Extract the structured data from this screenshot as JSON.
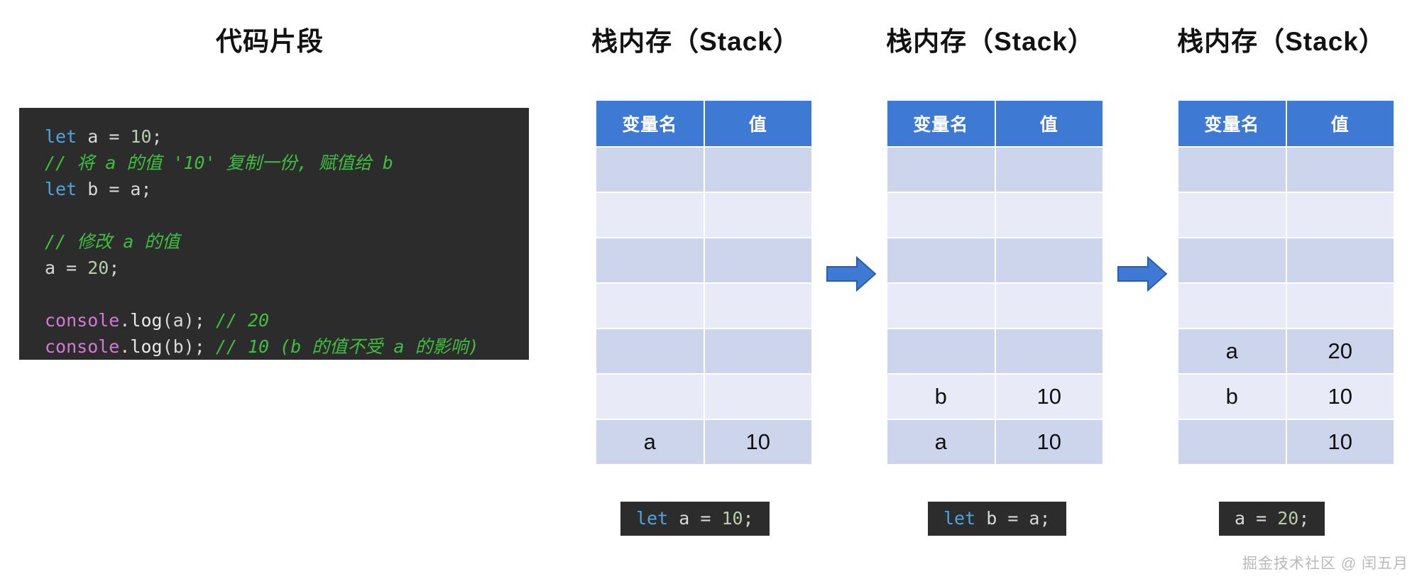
{
  "sections": {
    "code_title": "代码片段",
    "stack_title_1": "栈内存（Stack）",
    "stack_title_2": "栈内存（Stack）",
    "stack_title_3": "栈内存（Stack）"
  },
  "code_panel": {
    "lines": [
      {
        "tokens": [
          {
            "text": "let",
            "type": "keyword"
          },
          {
            "text": " a ",
            "type": "plain"
          },
          {
            "text": "=",
            "type": "operator"
          },
          {
            "text": " ",
            "type": "plain"
          },
          {
            "text": "10",
            "type": "number"
          },
          {
            "text": ";",
            "type": "punct"
          }
        ]
      },
      {
        "tokens": [
          {
            "text": "// 将 a 的值 '10' 复制一份, 赋值给 b",
            "type": "comment"
          }
        ]
      },
      {
        "tokens": [
          {
            "text": "let",
            "type": "keyword"
          },
          {
            "text": " b ",
            "type": "plain"
          },
          {
            "text": "=",
            "type": "operator"
          },
          {
            "text": " a;",
            "type": "plain"
          }
        ]
      },
      {
        "tokens": []
      },
      {
        "tokens": [
          {
            "text": "// 修改 a 的值",
            "type": "comment"
          }
        ]
      },
      {
        "tokens": [
          {
            "text": "a ",
            "type": "plain"
          },
          {
            "text": "=",
            "type": "operator"
          },
          {
            "text": " ",
            "type": "plain"
          },
          {
            "text": "20",
            "type": "number"
          },
          {
            "text": ";",
            "type": "punct"
          }
        ]
      },
      {
        "tokens": []
      },
      {
        "tokens": [
          {
            "text": "console",
            "type": "object"
          },
          {
            "text": ".",
            "type": "punct"
          },
          {
            "text": "log",
            "type": "function"
          },
          {
            "text": "(a); ",
            "type": "plain"
          },
          {
            "text": "// 20",
            "type": "comment"
          }
        ]
      },
      {
        "tokens": [
          {
            "text": "console",
            "type": "object"
          },
          {
            "text": ".",
            "type": "punct"
          },
          {
            "text": "log",
            "type": "function"
          },
          {
            "text": "(b); ",
            "type": "plain"
          },
          {
            "text": "// 10 (b 的值不受 a 的影响)",
            "type": "comment"
          }
        ]
      }
    ],
    "plain_text": "let a = 10;\n// 将 a 的值 '10' 复制一份, 赋值给 b\nlet b = a;\n\n// 修改 a 的值\na = 20;\n\nconsole.log(a); // 20\nconsole.log(b); // 10 (b 的值不受 a 的影响)"
  },
  "table_headers": {
    "name": "变量名",
    "value": "值"
  },
  "stacks": [
    {
      "id": "stack-1",
      "rows": [
        {
          "name": "",
          "value": ""
        },
        {
          "name": "",
          "value": ""
        },
        {
          "name": "",
          "value": ""
        },
        {
          "name": "",
          "value": ""
        },
        {
          "name": "",
          "value": ""
        },
        {
          "name": "",
          "value": ""
        },
        {
          "name": "a",
          "value": "10"
        }
      ],
      "caption_tokens": [
        {
          "text": "let",
          "type": "keyword"
        },
        {
          "text": " a ",
          "type": "plain"
        },
        {
          "text": "=",
          "type": "operator"
        },
        {
          "text": " ",
          "type": "plain"
        },
        {
          "text": "10",
          "type": "number"
        },
        {
          "text": ";",
          "type": "punct"
        }
      ],
      "caption_text": "let a = 10;"
    },
    {
      "id": "stack-2",
      "rows": [
        {
          "name": "",
          "value": ""
        },
        {
          "name": "",
          "value": ""
        },
        {
          "name": "",
          "value": ""
        },
        {
          "name": "",
          "value": ""
        },
        {
          "name": "",
          "value": ""
        },
        {
          "name": "b",
          "value": "10"
        },
        {
          "name": "a",
          "value": "10"
        }
      ],
      "caption_tokens": [
        {
          "text": "let",
          "type": "keyword"
        },
        {
          "text": " b ",
          "type": "plain"
        },
        {
          "text": "=",
          "type": "operator"
        },
        {
          "text": " a;",
          "type": "plain"
        }
      ],
      "caption_text": "let b = a;"
    },
    {
      "id": "stack-3",
      "rows": [
        {
          "name": "",
          "value": ""
        },
        {
          "name": "",
          "value": ""
        },
        {
          "name": "",
          "value": ""
        },
        {
          "name": "",
          "value": ""
        },
        {
          "name": "a",
          "value": "20"
        },
        {
          "name": "b",
          "value": "10"
        },
        {
          "name": "",
          "value": "10"
        }
      ],
      "caption_tokens": [
        {
          "text": "a ",
          "type": "plain"
        },
        {
          "text": "=",
          "type": "operator"
        },
        {
          "text": " ",
          "type": "plain"
        },
        {
          "text": "20",
          "type": "number"
        },
        {
          "text": ";",
          "type": "punct"
        }
      ],
      "caption_text": "a = 20;"
    }
  ],
  "arrows": [
    {
      "name": "arrow-stack1-to-stack2",
      "direction": "right"
    },
    {
      "name": "arrow-stack2-to-stack3",
      "direction": "right"
    }
  ],
  "watermark": "掘金技术社区 @ 闰五月",
  "colors": {
    "header_blue": "#3e79d3",
    "row_dark": "#ccd5ec",
    "row_light": "#e8ebf7",
    "code_bg": "#2c2c2c",
    "keyword": "#4da6e0",
    "number": "#b5cea8",
    "comment": "#3fbf3f",
    "object": "#d678d6",
    "arrow_fill": "#3e79d3",
    "arrow_stroke": "#2a5ca8",
    "page_bg": "#ffffff",
    "watermark": "#b9b9b9"
  }
}
